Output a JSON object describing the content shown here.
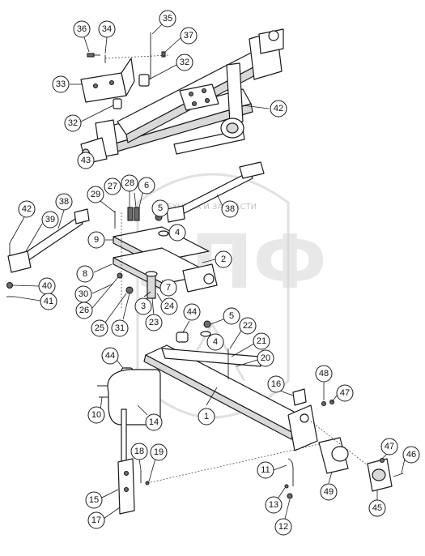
{
  "watermark": {
    "brand_text": "ТЕХНИКА И ЗАПЧАСТИ",
    "logo_letters": "ЭПФ"
  },
  "callouts": [
    {
      "id": "c1",
      "label": "1"
    },
    {
      "id": "c2",
      "label": "2"
    },
    {
      "id": "c3",
      "label": "3"
    },
    {
      "id": "c4a",
      "label": "4"
    },
    {
      "id": "c4b",
      "label": "4"
    },
    {
      "id": "c5a",
      "label": "5"
    },
    {
      "id": "c5b",
      "label": "5"
    },
    {
      "id": "c6",
      "label": "6"
    },
    {
      "id": "c7",
      "label": "7"
    },
    {
      "id": "c8",
      "label": "8"
    },
    {
      "id": "c9",
      "label": "9"
    },
    {
      "id": "c10",
      "label": "10"
    },
    {
      "id": "c11",
      "label": "11"
    },
    {
      "id": "c12",
      "label": "12"
    },
    {
      "id": "c13",
      "label": "13"
    },
    {
      "id": "c14",
      "label": "14"
    },
    {
      "id": "c15",
      "label": "15"
    },
    {
      "id": "c16",
      "label": "16"
    },
    {
      "id": "c17",
      "label": "17"
    },
    {
      "id": "c18",
      "label": "18"
    },
    {
      "id": "c19",
      "label": "19"
    },
    {
      "id": "c20",
      "label": "20"
    },
    {
      "id": "c21",
      "label": "21"
    },
    {
      "id": "c22",
      "label": "22"
    },
    {
      "id": "c23",
      "label": "23"
    },
    {
      "id": "c24",
      "label": "24"
    },
    {
      "id": "c25",
      "label": "25"
    },
    {
      "id": "c26",
      "label": "26"
    },
    {
      "id": "c27",
      "label": "27"
    },
    {
      "id": "c28",
      "label": "28"
    },
    {
      "id": "c29",
      "label": "29"
    },
    {
      "id": "c30",
      "label": "30"
    },
    {
      "id": "c31",
      "label": "31"
    },
    {
      "id": "c32a",
      "label": "32"
    },
    {
      "id": "c32b",
      "label": "32"
    },
    {
      "id": "c33",
      "label": "33"
    },
    {
      "id": "c34",
      "label": "34"
    },
    {
      "id": "c35",
      "label": "35"
    },
    {
      "id": "c36",
      "label": "36"
    },
    {
      "id": "c37",
      "label": "37"
    },
    {
      "id": "c38a",
      "label": "38"
    },
    {
      "id": "c38b",
      "label": "38"
    },
    {
      "id": "c39",
      "label": "39"
    },
    {
      "id": "c40",
      "label": "40"
    },
    {
      "id": "c41",
      "label": "41"
    },
    {
      "id": "c42a",
      "label": "42"
    },
    {
      "id": "c42b",
      "label": "42"
    },
    {
      "id": "c43",
      "label": "43"
    },
    {
      "id": "c44a",
      "label": "44"
    },
    {
      "id": "c44b",
      "label": "44"
    },
    {
      "id": "c45",
      "label": "45"
    },
    {
      "id": "c46",
      "label": "46"
    },
    {
      "id": "c47a",
      "label": "47"
    },
    {
      "id": "c47b",
      "label": "47"
    },
    {
      "id": "c48",
      "label": "48"
    },
    {
      "id": "c49",
      "label": "49"
    }
  ]
}
